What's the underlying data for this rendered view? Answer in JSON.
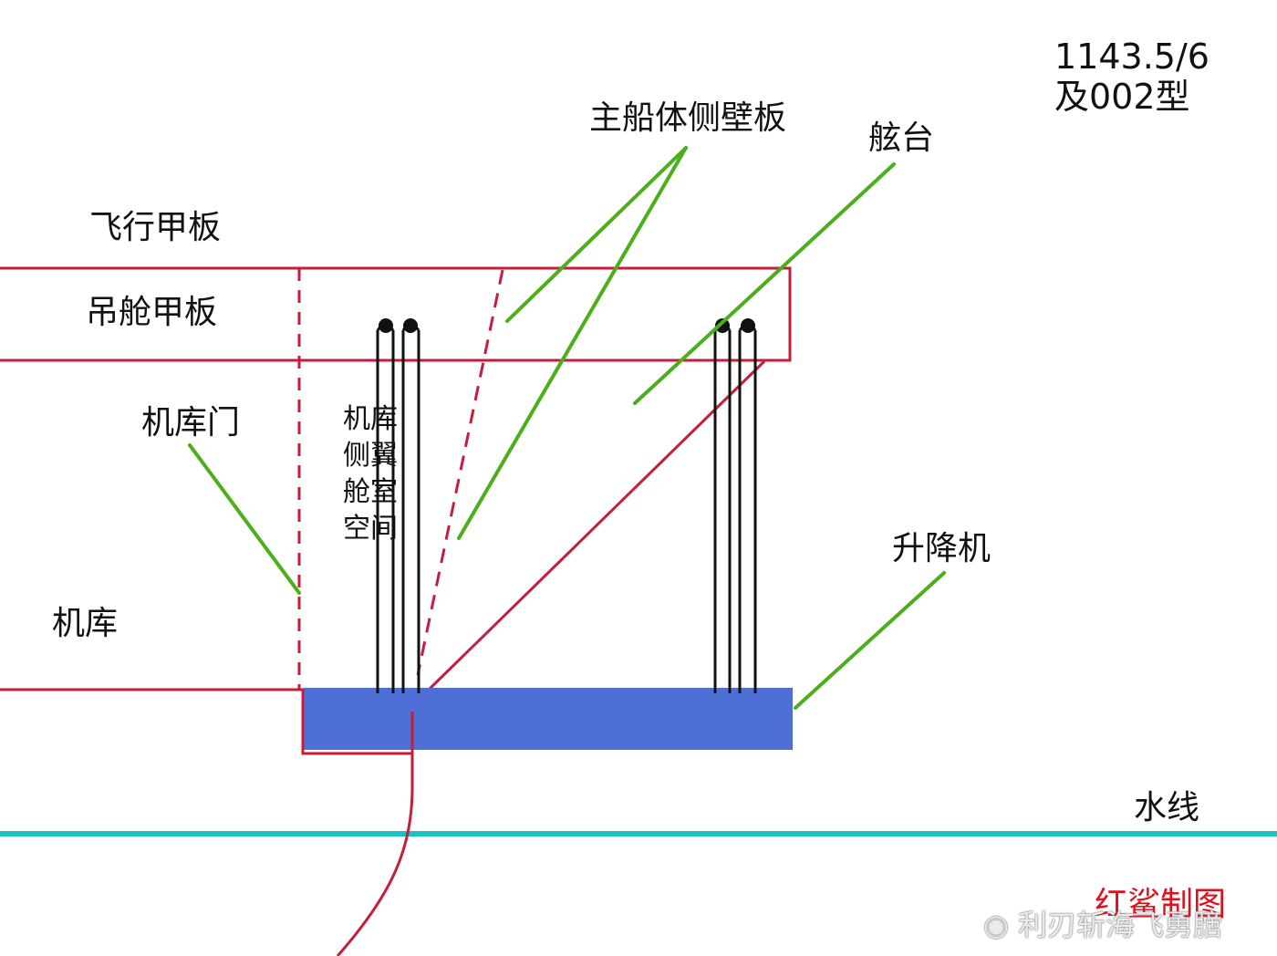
{
  "labels": {
    "model": "1143.5/6\n及002型",
    "flight_deck": "飞行甲板",
    "gallery_deck": "吊舱甲板",
    "hangar_door": "机库门",
    "hangar": "机库",
    "side_space": "机库侧翼舱室空间",
    "hull_side_plate": "主船体侧壁板",
    "sponson": "舷台",
    "elevator": "升降机",
    "waterline": "水线"
  },
  "credit": "红鲨制图",
  "watermark": "利刃斩海飞勇膪",
  "colors": {
    "structure": "#c41e3a",
    "leader": "#4caf1a",
    "elevator": "#4d6fd6",
    "waterline": "#1fc2c2",
    "cable": "#111111",
    "credit": "#e0101e"
  }
}
